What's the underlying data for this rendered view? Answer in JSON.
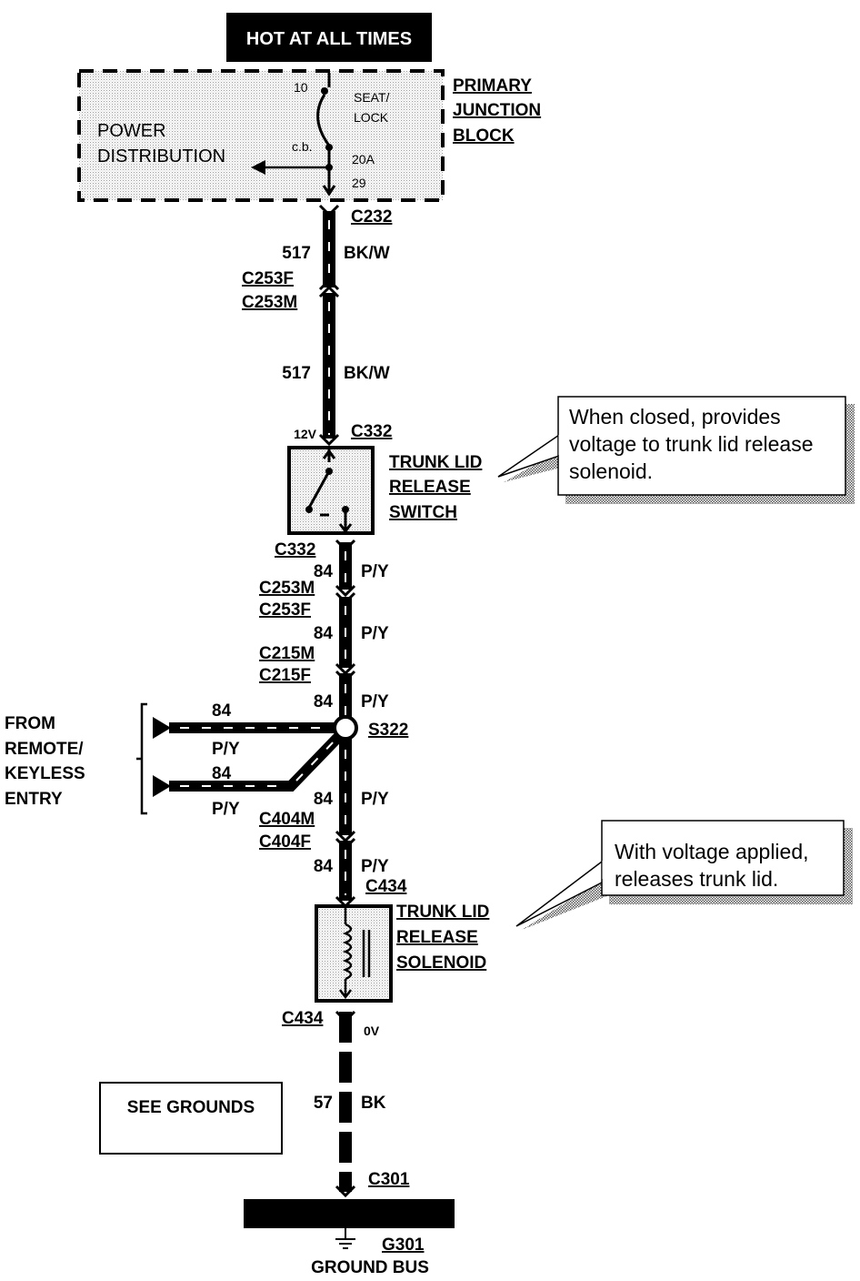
{
  "header": {
    "hot_label": "HOT AT ALL TIMES"
  },
  "junction_block": {
    "title_line1": "PRIMARY",
    "title_line2": "JUNCTION",
    "title_line3": "BLOCK",
    "power_line1": "POWER",
    "power_line2": "DISTRIBUTION",
    "pin_in": "10",
    "pin_out": "29",
    "fuse_name_line1": "SEAT/",
    "fuse_name_line2": "LOCK",
    "fuse_type": "c.b.",
    "fuse_rating": "20A"
  },
  "connectors": {
    "c232": "C232",
    "c253f_top": "C253F",
    "c253m_top": "C253M",
    "c332_top": "C332",
    "c332_bottom": "C332",
    "c253m_bottom": "C253M",
    "c253f_bottom": "C253F",
    "c215m": "C215M",
    "c215f": "C215F",
    "s322": "S322",
    "c404m": "C404M",
    "c404f": "C404F",
    "c434_top": "C434",
    "c434_bottom": "C434",
    "c301": "C301",
    "g301": "G301"
  },
  "wires": {
    "w1_num": "517",
    "w1_color": "BK/W",
    "w2_num": "517",
    "w2_color": "BK/W",
    "w3_num": "84",
    "w3_color": "P/Y",
    "w4_num": "84",
    "w4_color": "P/Y",
    "w5_num": "84",
    "w5_color": "P/Y",
    "w6_num": "84",
    "w6_color": "P/Y",
    "w7_num": "84",
    "w7_color": "P/Y",
    "w8_num": "57",
    "w8_color": "BK",
    "branch1_num": "84",
    "branch1_color": "P/Y",
    "branch2_num": "84",
    "branch2_color": "P/Y"
  },
  "voltages": {
    "v_switch": "12V",
    "v_ground": "0V"
  },
  "switch": {
    "line1": "TRUNK LID",
    "line2": "RELEASE",
    "line3": "SWITCH"
  },
  "solenoid": {
    "line1": "TRUNK LID",
    "line2": "RELEASE",
    "line3": "SOLENOID"
  },
  "from_remote": {
    "line1": "FROM",
    "line2": "REMOTE/",
    "line3": "KEYLESS",
    "line4": "ENTRY"
  },
  "callout_switch": {
    "line1": "When closed, provides",
    "line2": "voltage to trunk lid release",
    "line3": "solenoid."
  },
  "callout_solenoid": {
    "line1": "With voltage applied,",
    "line2": "releases trunk lid."
  },
  "see_grounds": "SEE GROUNDS",
  "ground_bus": "GROUND BUS"
}
